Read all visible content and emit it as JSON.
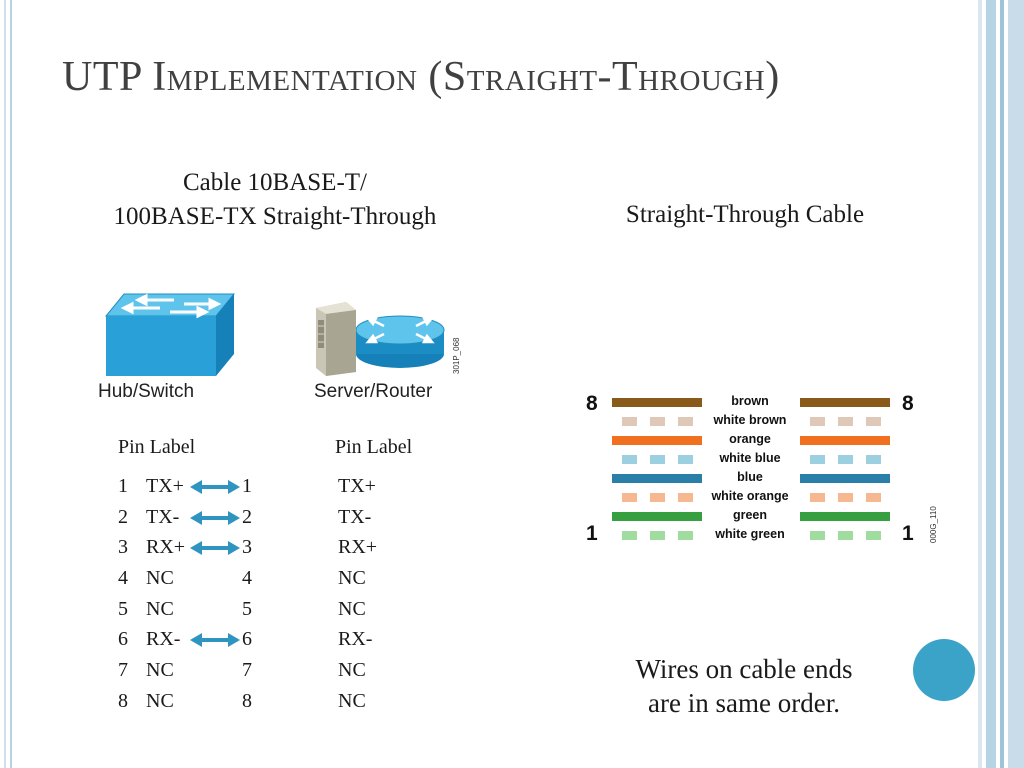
{
  "title": "UTP Implementation (Straight-Through)",
  "subhead_left": "Cable 10BASE-T/\n100BASE-TX Straight-Through",
  "subhead_right": "Straight-Through Cable",
  "devices": {
    "left_label": "Hub/Switch",
    "right_label": "Server/Router",
    "image_code": "301P_068"
  },
  "pin_headers": {
    "left": "Pin Label",
    "right": "Pin Label"
  },
  "pins": [
    {
      "pin_left": "1",
      "label_left": "TX+",
      "pin_right": "1",
      "label_right": "TX+",
      "arrow": true
    },
    {
      "pin_left": "2",
      "label_left": "TX-",
      "pin_right": "2",
      "label_right": "TX-",
      "arrow": true
    },
    {
      "pin_left": "3",
      "label_left": "RX+",
      "pin_right": "3",
      "label_right": "RX+",
      "arrow": true
    },
    {
      "pin_left": "4",
      "label_left": "NC",
      "pin_right": "4",
      "label_right": "NC",
      "arrow": false
    },
    {
      "pin_left": "5",
      "label_left": "NC",
      "pin_right": "5",
      "label_right": "NC",
      "arrow": false
    },
    {
      "pin_left": "6",
      "label_left": "RX-",
      "pin_right": "6",
      "label_right": "RX-",
      "arrow": true
    },
    {
      "pin_left": "7",
      "label_left": "NC",
      "pin_right": "7",
      "label_right": "NC",
      "arrow": false
    },
    {
      "pin_left": "8",
      "label_left": "NC",
      "pin_right": "8",
      "label_right": "NC",
      "arrow": false
    }
  ],
  "wire_diagram": {
    "top_number": "8",
    "bottom_number": "1",
    "image_code": "000G_110",
    "wires": [
      {
        "label": "brown",
        "color": "#8a5a1a",
        "striped": false
      },
      {
        "label": "white brown",
        "color": "#e0c8b8",
        "striped": true
      },
      {
        "label": "orange",
        "color": "#f07020",
        "striped": false
      },
      {
        "label": "white blue",
        "color": "#9cd0e0",
        "striped": true
      },
      {
        "label": "blue",
        "color": "#2a7fa8",
        "striped": false
      },
      {
        "label": "white orange",
        "color": "#f5b890",
        "striped": true
      },
      {
        "label": "green",
        "color": "#36a040",
        "striped": false
      },
      {
        "label": "white green",
        "color": "#a0dca0",
        "striped": true
      }
    ]
  },
  "caption": "Wires on cable ends\nare in same order.",
  "colors": {
    "accent": "#3ba3c8",
    "arrow": "#2f95c0",
    "title": "#404040"
  }
}
